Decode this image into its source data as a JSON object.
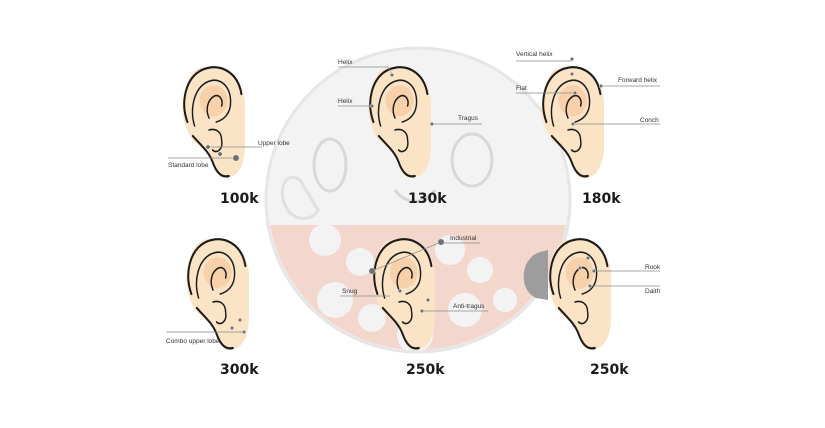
{
  "colors": {
    "skin": "#fbe3c6",
    "skin_shadow": "#f7caa0",
    "outline": "#1b1b1b",
    "marker": "#6f6f6f",
    "background_figure": "#f1f1f1",
    "background_accent": "#f3d6cc"
  },
  "panels": [
    {
      "price": "100k",
      "piercings": [
        {
          "label": "Upper lobe"
        },
        {
          "label": "Standard lobe"
        }
      ]
    },
    {
      "price": "130k",
      "piercings": [
        {
          "label": "Helix"
        },
        {
          "label": "Helix"
        },
        {
          "label": "Tragus"
        }
      ]
    },
    {
      "price": "180k",
      "piercings": [
        {
          "label": "Vertical helix"
        },
        {
          "label": "Forward helix"
        },
        {
          "label": "Flat"
        },
        {
          "label": "Conch"
        }
      ]
    },
    {
      "price": "300k",
      "piercings": [
        {
          "label": "Combo upper lobe"
        }
      ]
    },
    {
      "price": "250k",
      "piercings": [
        {
          "label": "Industrial"
        },
        {
          "label": "Snug"
        },
        {
          "label": "Anti-tragus"
        }
      ]
    },
    {
      "price": "250k",
      "piercings": [
        {
          "label": "Rook"
        },
        {
          "label": "Daith"
        }
      ]
    }
  ]
}
